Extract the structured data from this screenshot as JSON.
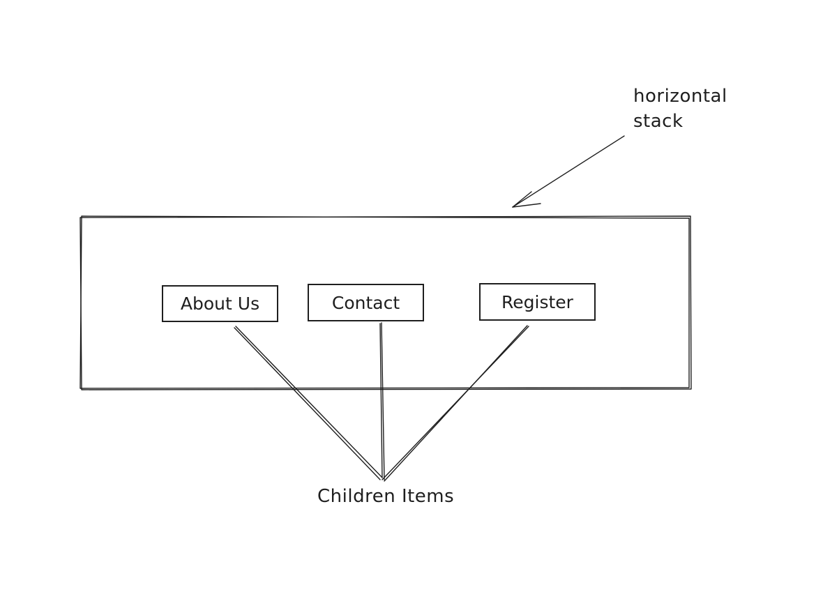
{
  "annotation_top": {
    "line1": "horizontal",
    "line2": "stack"
  },
  "stack": {
    "items": [
      {
        "label": "About Us"
      },
      {
        "label": "Contact"
      },
      {
        "label": "Register"
      }
    ]
  },
  "annotation_bottom": {
    "label": "Children Items"
  },
  "colors": {
    "stroke": "#1e1e1e",
    "background": "#ffffff"
  }
}
